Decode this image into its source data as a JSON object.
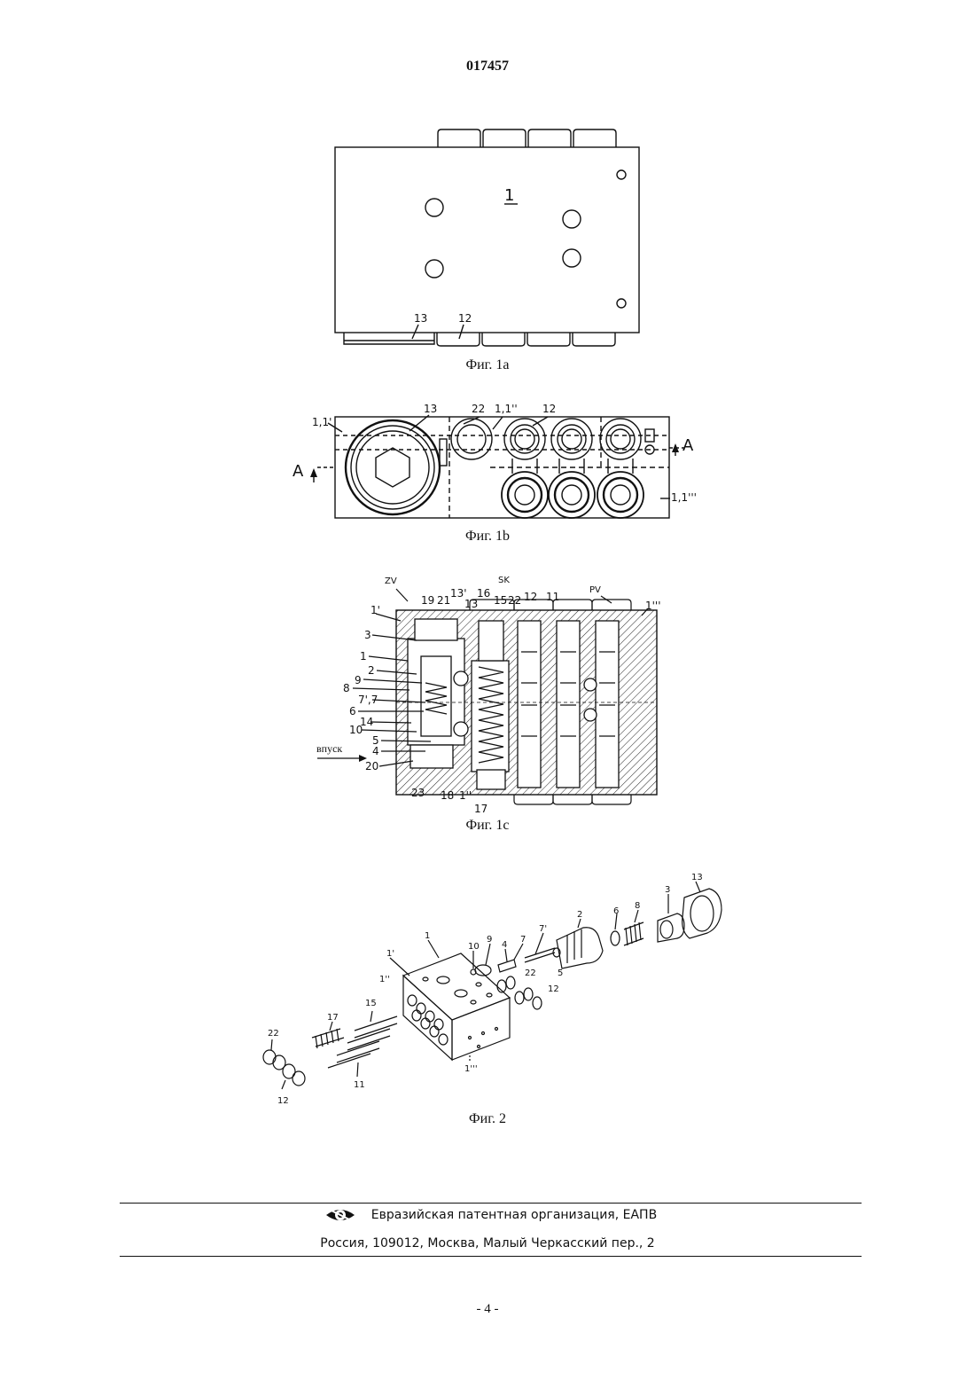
{
  "header": {
    "document_number": "017457"
  },
  "figures": {
    "fig1a": {
      "caption": "Фиг. 1а",
      "labels": {
        "block": "1",
        "plug": "13",
        "fitting": "12"
      }
    },
    "fig1b": {
      "caption": "Фиг. 1b",
      "labels": {
        "part_left": "1,1'",
        "plug": "13",
        "screw": "22",
        "part_mid": "1,1''",
        "fitting": "12",
        "section_left": "A",
        "section_right": "A",
        "part_right": "1,1'''"
      }
    },
    "fig1c": {
      "caption": "Фиг. 1с",
      "inlet": "впуск",
      "labels": {
        "zv": "ZV",
        "sk": "SK",
        "pv": "PV",
        "n19": "19",
        "n21": "21",
        "n13p": "13'",
        "n13": "13",
        "n16": "16",
        "n15": "15",
        "n22": "22",
        "n12": "12",
        "n11": "11",
        "n1ppp": "1'''",
        "n1p": "1'",
        "n3": "3",
        "n1": "1",
        "n2": "2",
        "n9": "9",
        "n8": "8",
        "n77": "7',7",
        "n6": "6",
        "n14": "14",
        "n10": "10",
        "n5": "5",
        "n4": "4",
        "n20": "20",
        "n23": "23",
        "n18": "18",
        "n1pp": "1''",
        "n17": "17"
      }
    },
    "fig2": {
      "caption": "Фиг. 2",
      "labels": {
        "n13": "13",
        "n3": "3",
        "n8": "8",
        "n6": "6",
        "n2": "2",
        "n7p": "7'",
        "n5": "5",
        "n7": "7",
        "n4": "4",
        "n9": "9",
        "n10": "10",
        "n1": "1",
        "n1p": "1'",
        "n1pp": "1''",
        "n22a": "22",
        "n12a": "12",
        "n15": "15",
        "n17": "17",
        "n22b": "22",
        "n12b": "12",
        "n11": "11",
        "n1ppp": "1'''"
      }
    }
  },
  "footer": {
    "organization": "Евразийская патентная организация, ЕАПВ",
    "address": "Россия, 109012, Москва, Малый Черкасский пер., 2",
    "logo": "eapo-eye-logo"
  },
  "page_number": "- 4 -"
}
